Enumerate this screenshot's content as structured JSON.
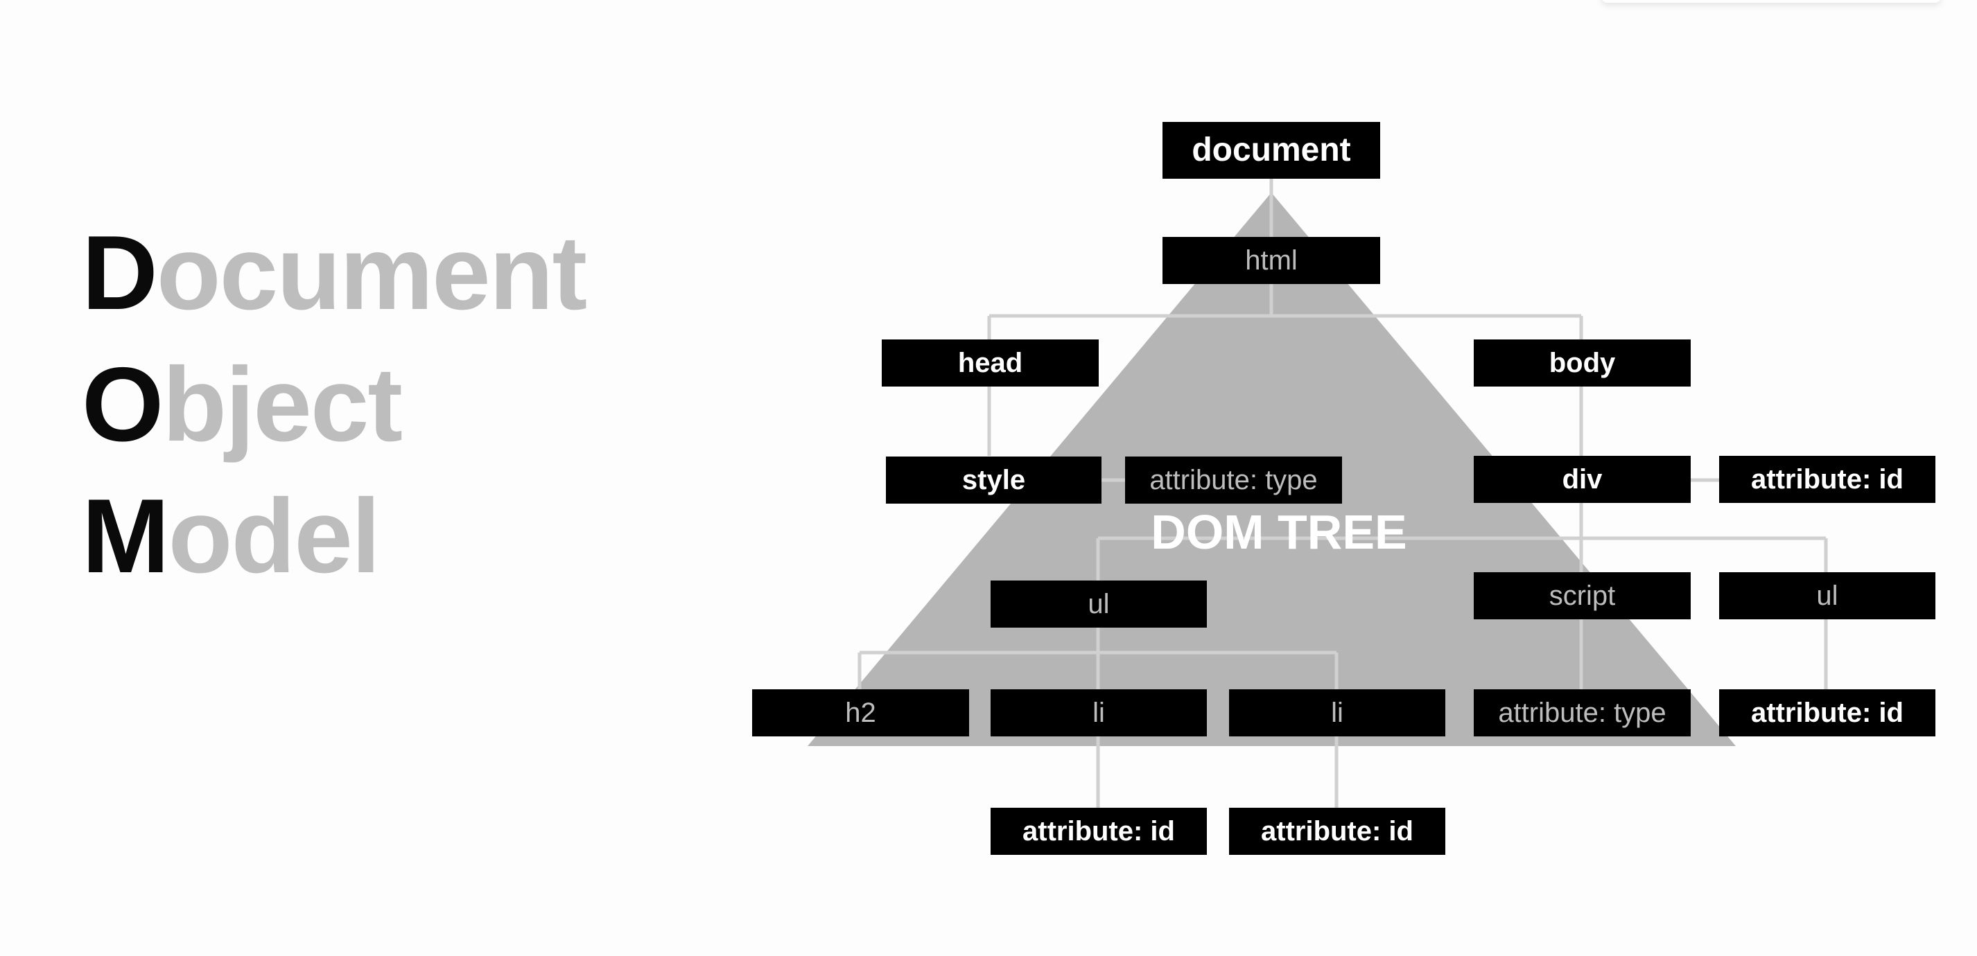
{
  "title": {
    "lines": [
      {
        "initial": "D",
        "rest": "ocument"
      },
      {
        "initial": "O",
        "rest": "bject"
      },
      {
        "initial": "M",
        "rest": "odel"
      }
    ]
  },
  "diagram": {
    "center_label": "DOM TREE",
    "nodes": {
      "document": "document",
      "html": "html",
      "head": "head",
      "body": "body",
      "style": "style",
      "style_attr": "attribute: type",
      "div": "div",
      "div_attr": "attribute: id",
      "ul_left": "ul",
      "script": "script",
      "ul_right": "ul",
      "h2": "h2",
      "li_1": "li",
      "li_2": "li",
      "script_attr": "attribute: type",
      "ul_right_attr": "attribute: id",
      "li_1_attr": "attribute: id",
      "li_2_attr": "attribute: id"
    }
  },
  "colors": {
    "node_bg": "#000000",
    "node_text": "#ffffff",
    "muted_text": "#bdbdbd",
    "triangle": "#b5b5b5",
    "connector": "#d0d0d0"
  }
}
